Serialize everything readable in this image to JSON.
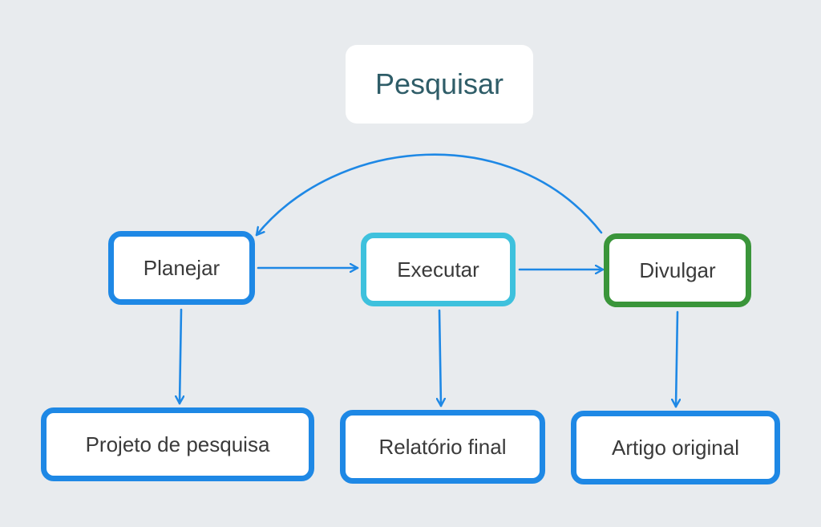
{
  "diagram": {
    "title": "Pesquisar",
    "nodes": {
      "planejar": "Planejar",
      "executar": "Executar",
      "divulgar": "Divulgar",
      "projeto": "Projeto de pesquisa",
      "relatorio": "Relatório final",
      "artigo": "Artigo original"
    },
    "colors": {
      "background": "#e8ebee",
      "arrow": "#1e88e5",
      "planejar_border": "#1e88e5",
      "executar_border": "#3ec1dd",
      "divulgar_border": "#3a953a",
      "output_border": "#1e88e5",
      "title_text": "#2f5d68"
    }
  }
}
